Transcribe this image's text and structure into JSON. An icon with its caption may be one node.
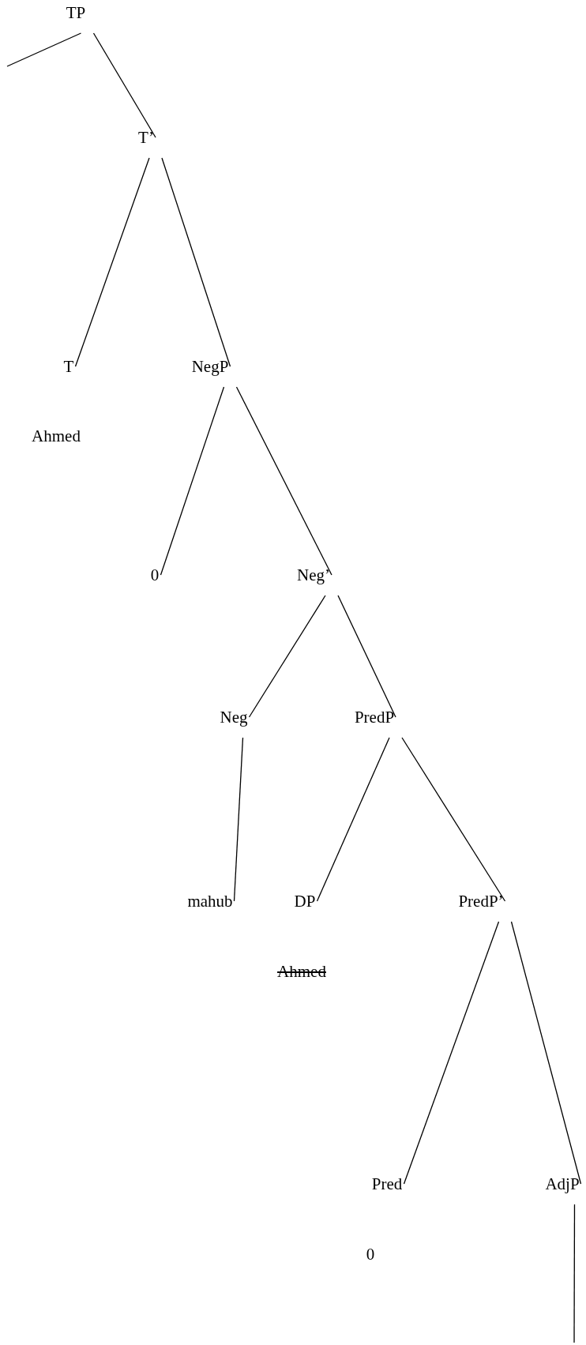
{
  "diagram": {
    "nodes": [
      {
        "text": [
          "TP"
        ]
      },
      {
        "text": [
          "T’"
        ]
      },
      {
        "text": [
          "T"
        ],
        "beside": [
          "Ahmed"
        ]
      },
      {
        "text": [
          "NegP"
        ]
      },
      {
        "text": [
          "0"
        ]
      },
      {
        "text": [
          "Neg’"
        ]
      },
      {
        "text": [
          "Neg"
        ]
      },
      {
        "text": [
          "PredP"
        ]
      },
      {
        "text": [
          "mahub"
        ]
      },
      {
        "text": [
          "DP"
        ],
        "beside": [
          "Ahmed"
        ]
      },
      {
        "text": [
          "PredP’"
        ]
      },
      {
        "text": [
          "Pred"
        ],
        "beside": [
          "0"
        ]
      },
      {
        "text": [
          "AdjP"
        ]
      }
    ],
    "edges": [
      {
        "from": 0,
        "to": null,
        "arrow": "none"
      },
      {
        "from": 0,
        "to": 1,
        "arrow": "none"
      },
      {
        "from": 1,
        "to": 2,
        "arrow": "none"
      },
      {
        "from": 1,
        "to": 3,
        "arrow": "none"
      },
      {
        "from": 3,
        "to": 4,
        "arrow": "none"
      },
      {
        "from": 3,
        "to": 5,
        "arrow": "none"
      },
      {
        "from": 5,
        "to": 6,
        "arrow": "none"
      },
      {
        "from": 5,
        "to": 7,
        "arrow": "none"
      },
      {
        "from": 6,
        "to": 8,
        "arrow": "none"
      },
      {
        "from": 7,
        "to": 9,
        "arrow": "none"
      },
      {
        "from": 7,
        "to": 10,
        "arrow": "none"
      },
      {
        "from": 10,
        "to": 11,
        "arrow": "none"
      },
      {
        "from": 10,
        "to": 12,
        "arrow": "none"
      },
      {
        "from": 12,
        "to": null,
        "arrow": "none"
      }
    ]
  }
}
